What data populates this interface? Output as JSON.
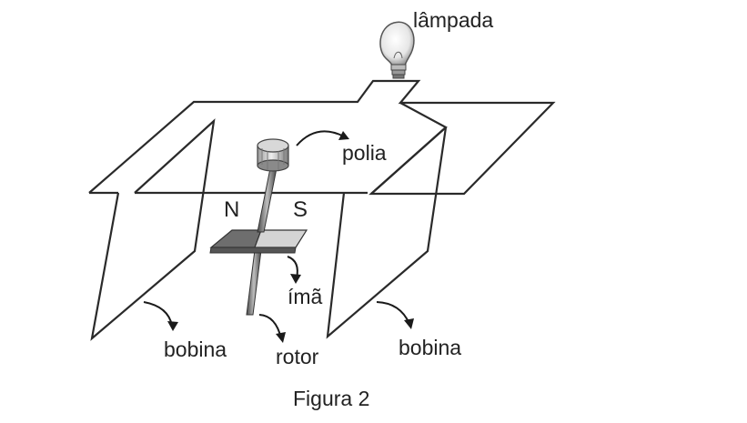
{
  "labels": {
    "lamp": "lâmpada",
    "pulley": "polia",
    "magnet": "ímã",
    "rotor": "rotor",
    "coil_left": "bobina",
    "coil_right": "bobina",
    "north": "N",
    "south": "S",
    "caption": "Figura 2"
  },
  "colors": {
    "line": "#2a2a2a",
    "magnet_north": "#6e6e6e",
    "magnet_south": "#d4d4d4",
    "rod": "#777777",
    "pulley_fill": "#cfcfcf"
  }
}
